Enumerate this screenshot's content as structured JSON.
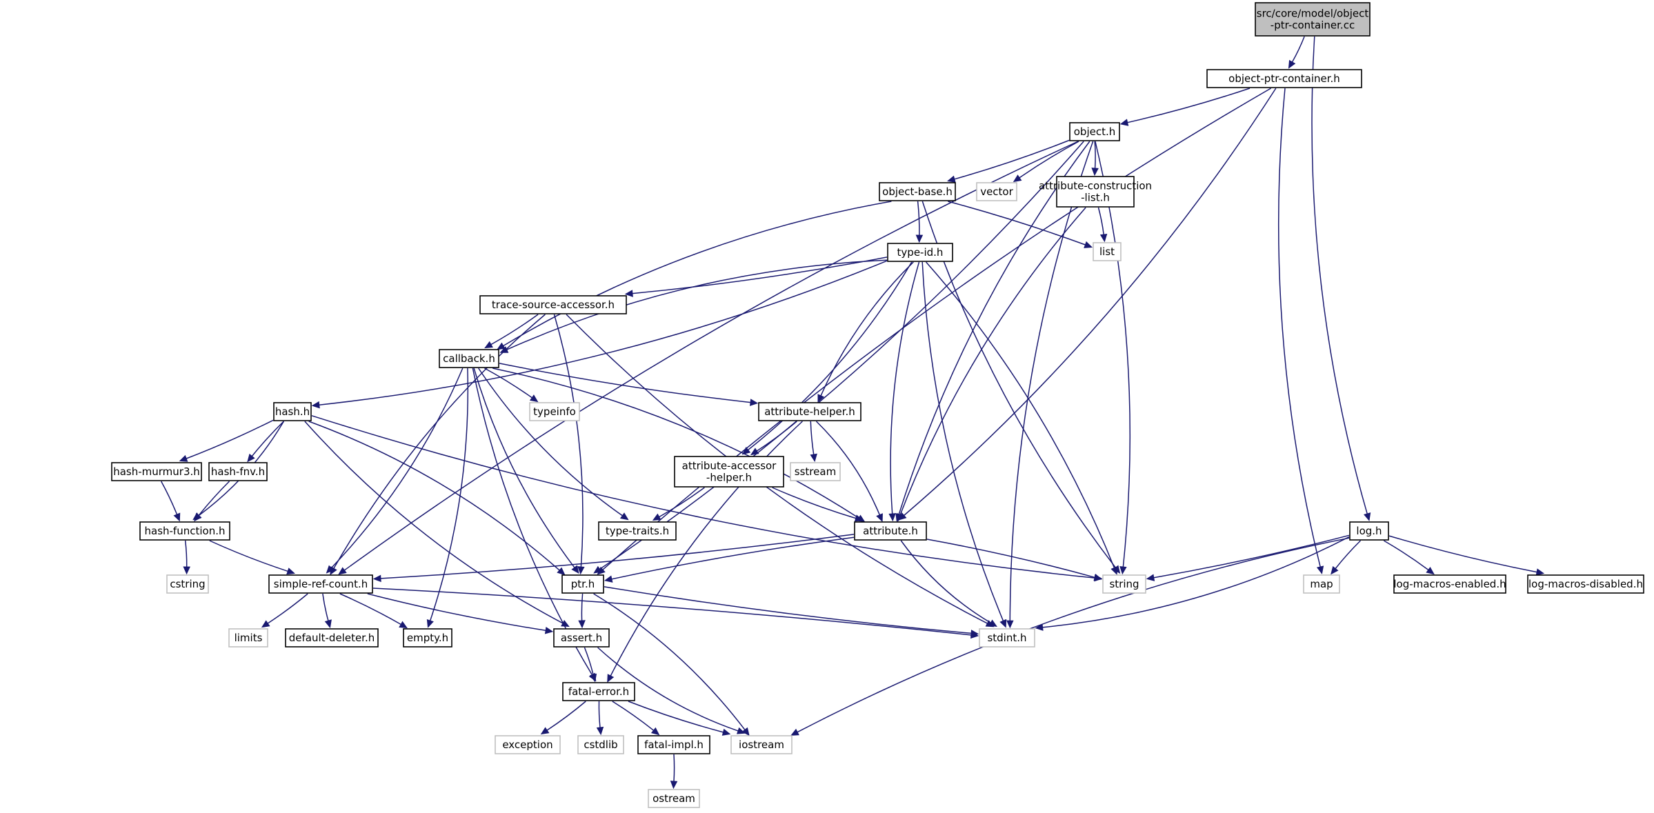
{
  "graph": {
    "type": "include-dependency-graph",
    "colors": {
      "edge": "#191970",
      "root_fill": "#bfbfbf",
      "system_border": "#bfbfbf",
      "local_border": "#000000"
    },
    "nodes": [
      {
        "id": "root",
        "label": "src/core/model/object\n-ptr-container.cc",
        "kind": "root"
      },
      {
        "id": "opc",
        "label": "object-ptr-container.h",
        "kind": "local"
      },
      {
        "id": "object",
        "label": "object.h",
        "kind": "local"
      },
      {
        "id": "objbase",
        "label": "object-base.h",
        "kind": "local"
      },
      {
        "id": "vector",
        "label": "vector",
        "kind": "system"
      },
      {
        "id": "attrcl",
        "label": "attribute-construction\n-list.h",
        "kind": "local"
      },
      {
        "id": "list",
        "label": "list",
        "kind": "system"
      },
      {
        "id": "typeid",
        "label": "type-id.h",
        "kind": "local"
      },
      {
        "id": "tsa",
        "label": "trace-source-accessor.h",
        "kind": "local"
      },
      {
        "id": "callback",
        "label": "callback.h",
        "kind": "local"
      },
      {
        "id": "typeinfo",
        "label": "typeinfo",
        "kind": "system"
      },
      {
        "id": "hash",
        "label": "hash.h",
        "kind": "local"
      },
      {
        "id": "attrhelper",
        "label": "attribute-helper.h",
        "kind": "local"
      },
      {
        "id": "sstream",
        "label": "sstream",
        "kind": "system"
      },
      {
        "id": "hashm3",
        "label": "hash-murmur3.h",
        "kind": "local"
      },
      {
        "id": "hashfnv",
        "label": "hash-fnv.h",
        "kind": "local"
      },
      {
        "id": "attracc",
        "label": "attribute-accessor\n-helper.h",
        "kind": "local"
      },
      {
        "id": "hashfn",
        "label": "hash-function.h",
        "kind": "local"
      },
      {
        "id": "typetraits",
        "label": "type-traits.h",
        "kind": "local"
      },
      {
        "id": "attribute",
        "label": "attribute.h",
        "kind": "local"
      },
      {
        "id": "log",
        "label": "log.h",
        "kind": "local"
      },
      {
        "id": "cstring",
        "label": "cstring",
        "kind": "system"
      },
      {
        "id": "src",
        "label": "simple-ref-count.h",
        "kind": "local"
      },
      {
        "id": "ptr",
        "label": "ptr.h",
        "kind": "local"
      },
      {
        "id": "string",
        "label": "string",
        "kind": "system"
      },
      {
        "id": "map",
        "label": "map",
        "kind": "system"
      },
      {
        "id": "lme",
        "label": "log-macros-enabled.h",
        "kind": "local"
      },
      {
        "id": "lmd",
        "label": "log-macros-disabled.h",
        "kind": "local"
      },
      {
        "id": "limits",
        "label": "limits",
        "kind": "system"
      },
      {
        "id": "defdel",
        "label": "default-deleter.h",
        "kind": "local"
      },
      {
        "id": "empty",
        "label": "empty.h",
        "kind": "local"
      },
      {
        "id": "assert",
        "label": "assert.h",
        "kind": "local"
      },
      {
        "id": "stdint",
        "label": "stdint.h",
        "kind": "system"
      },
      {
        "id": "fatalerr",
        "label": "fatal-error.h",
        "kind": "local"
      },
      {
        "id": "exception",
        "label": "exception",
        "kind": "system"
      },
      {
        "id": "cstdlib",
        "label": "cstdlib",
        "kind": "system"
      },
      {
        "id": "fatalimpl",
        "label": "fatal-impl.h",
        "kind": "local"
      },
      {
        "id": "iostream",
        "label": "iostream",
        "kind": "system"
      },
      {
        "id": "ostream",
        "label": "ostream",
        "kind": "system"
      }
    ],
    "edges": [
      [
        "root",
        "opc"
      ],
      [
        "root",
        "log"
      ],
      [
        "opc",
        "object"
      ],
      [
        "opc",
        "ptr"
      ],
      [
        "opc",
        "attribute"
      ],
      [
        "opc",
        "map"
      ],
      [
        "object",
        "objbase"
      ],
      [
        "object",
        "vector"
      ],
      [
        "object",
        "attrcl"
      ],
      [
        "object",
        "src"
      ],
      [
        "object",
        "ptr"
      ],
      [
        "object",
        "attribute"
      ],
      [
        "object",
        "string"
      ],
      [
        "object",
        "stdint"
      ],
      [
        "objbase",
        "typeid"
      ],
      [
        "objbase",
        "callback"
      ],
      [
        "objbase",
        "list"
      ],
      [
        "objbase",
        "string"
      ],
      [
        "attrcl",
        "list"
      ],
      [
        "attrcl",
        "attribute"
      ],
      [
        "typeid",
        "tsa"
      ],
      [
        "typeid",
        "callback"
      ],
      [
        "typeid",
        "hash"
      ],
      [
        "typeid",
        "attrhelper"
      ],
      [
        "typeid",
        "attracc"
      ],
      [
        "typeid",
        "attribute"
      ],
      [
        "typeid",
        "string"
      ],
      [
        "typeid",
        "stdint"
      ],
      [
        "tsa",
        "callback"
      ],
      [
        "tsa",
        "src"
      ],
      [
        "tsa",
        "ptr"
      ],
      [
        "tsa",
        "stdint"
      ],
      [
        "callback",
        "typeinfo"
      ],
      [
        "callback",
        "attrhelper"
      ],
      [
        "callback",
        "attribute"
      ],
      [
        "callback",
        "ptr"
      ],
      [
        "callback",
        "src"
      ],
      [
        "callback",
        "typetraits"
      ],
      [
        "callback",
        "empty"
      ],
      [
        "callback",
        "fatalerr"
      ],
      [
        "hash",
        "hashm3"
      ],
      [
        "hash",
        "hashfnv"
      ],
      [
        "hash",
        "hashfn"
      ],
      [
        "hash",
        "string"
      ],
      [
        "hash",
        "ptr"
      ],
      [
        "hash",
        "assert"
      ],
      [
        "attrhelper",
        "attracc"
      ],
      [
        "attrhelper",
        "sstream"
      ],
      [
        "attrhelper",
        "attribute"
      ],
      [
        "attrhelper",
        "fatalerr"
      ],
      [
        "hashm3",
        "hashfn"
      ],
      [
        "hashfnv",
        "hashfn"
      ],
      [
        "hashfn",
        "cstring"
      ],
      [
        "hashfn",
        "src"
      ],
      [
        "attracc",
        "typetraits"
      ],
      [
        "attracc",
        "attribute"
      ],
      [
        "attribute",
        "src"
      ],
      [
        "attribute",
        "ptr"
      ],
      [
        "attribute",
        "string"
      ],
      [
        "attribute",
        "stdint"
      ],
      [
        "log",
        "string"
      ],
      [
        "log",
        "map"
      ],
      [
        "log",
        "lme"
      ],
      [
        "log",
        "lmd"
      ],
      [
        "log",
        "stdint"
      ],
      [
        "log",
        "iostream"
      ],
      [
        "src",
        "limits"
      ],
      [
        "src",
        "defdel"
      ],
      [
        "src",
        "empty"
      ],
      [
        "src",
        "assert"
      ],
      [
        "src",
        "stdint"
      ],
      [
        "ptr",
        "assert"
      ],
      [
        "ptr",
        "iostream"
      ],
      [
        "ptr",
        "stdint"
      ],
      [
        "assert",
        "fatalerr"
      ],
      [
        "assert",
        "iostream"
      ],
      [
        "fatalerr",
        "exception"
      ],
      [
        "fatalerr",
        "cstdlib"
      ],
      [
        "fatalerr",
        "fatalimpl"
      ],
      [
        "fatalerr",
        "iostream"
      ],
      [
        "fatalimpl",
        "ostream"
      ]
    ]
  }
}
